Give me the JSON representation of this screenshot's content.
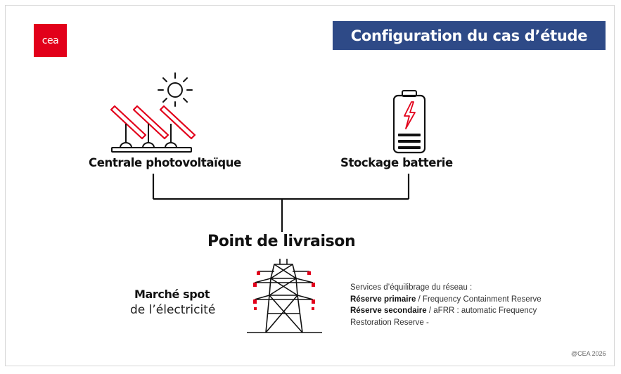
{
  "logo": {
    "text": "cea",
    "color": "#e2001a"
  },
  "title": "Configuration du cas d’étude",
  "nodes": {
    "pv": "Centrale photovoltaïque",
    "battery": "Stockage batterie",
    "delivery_point": "Point de livraison",
    "market_strong": "Marché spot",
    "market_light": "de l’électricité"
  },
  "services": {
    "heading": "Services d’équilibrage du réseau :",
    "primary_strong": "Réserve primaire",
    "primary_rest": " / Frequency Containment Reserve",
    "secondary_strong": "Réserve secondaire",
    "secondary_rest": " / aFRR : automatic Frequency",
    "secondary_cont": "Restoration Reserve -"
  },
  "copyright": "@CEA 2026",
  "colors": {
    "accent_red": "#e2001a",
    "title_blue": "#2e4a87",
    "line": "#111111"
  },
  "icons": [
    "sun-icon",
    "solar-panel-icon",
    "battery-icon",
    "pylon-icon"
  ]
}
